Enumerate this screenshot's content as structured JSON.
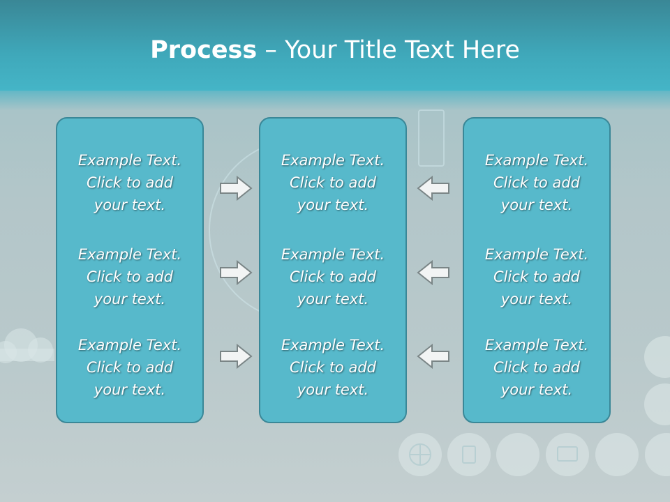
{
  "title": {
    "bold": "Process",
    "rest": " – Your Title Text Here"
  },
  "columns": [
    {
      "items": [
        "Example Text.\nClick  to add\nyour text.",
        "Example Text.\nClick  to add\nyour text.",
        "Example Text.\nClick  to add\nyour text."
      ]
    },
    {
      "items": [
        "Example Text.\nClick  to add\nyour text.",
        "Example Text.\nClick  to add\nyour text.",
        "Example Text.\nClick  to add\nyour text."
      ]
    },
    {
      "items": [
        "Example Text.\nClick  to add\nyour text.",
        "Example Text.\nClick  to add\nyour text.",
        "Example Text.\nClick  to add\nyour text."
      ]
    }
  ],
  "colors": {
    "panel": "#57b9cb",
    "panel_border": "#3a8797",
    "title_band": "#3fa8ba",
    "text": "#ffffff"
  },
  "icons": [
    "right-arrow-icon",
    "left-arrow-icon",
    "cloud-icon",
    "globe-icon",
    "tablet-icon",
    "monitor-icon"
  ]
}
